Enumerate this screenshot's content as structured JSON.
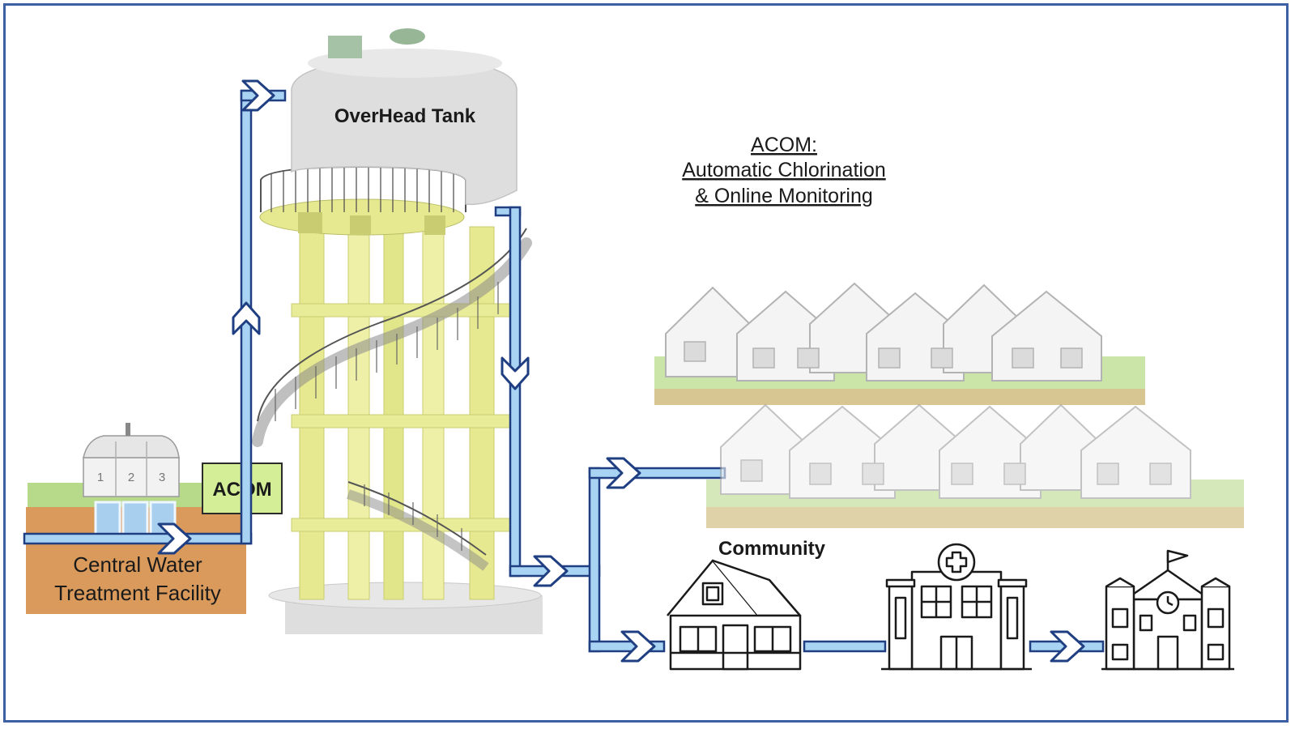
{
  "labels": {
    "tank": "OverHead Tank",
    "acom_box": "ACOM",
    "facility_line1": "Central Water",
    "facility_line2": "Treatment Facility",
    "acom_title": "ACOM:",
    "acom_line1": "Automatic Chlorination",
    "acom_line2": "& Online Monitoring",
    "community": "Community",
    "facility_tank_digits": [
      "1",
      "2",
      "3"
    ]
  },
  "colors": {
    "frame": "#3d5fa3",
    "pipe_fill": "#a9d3f2",
    "pipe_stroke": "#1f3f82",
    "acom_box": "#d4ee98",
    "ground": "#d99a5c",
    "grass": "#9bcb5a",
    "tower": "#e9ec98",
    "tank": "#dcdcdc"
  },
  "icons": [
    "house-icon",
    "hospital-icon",
    "school-icon",
    "flow-arrow-icon"
  ]
}
